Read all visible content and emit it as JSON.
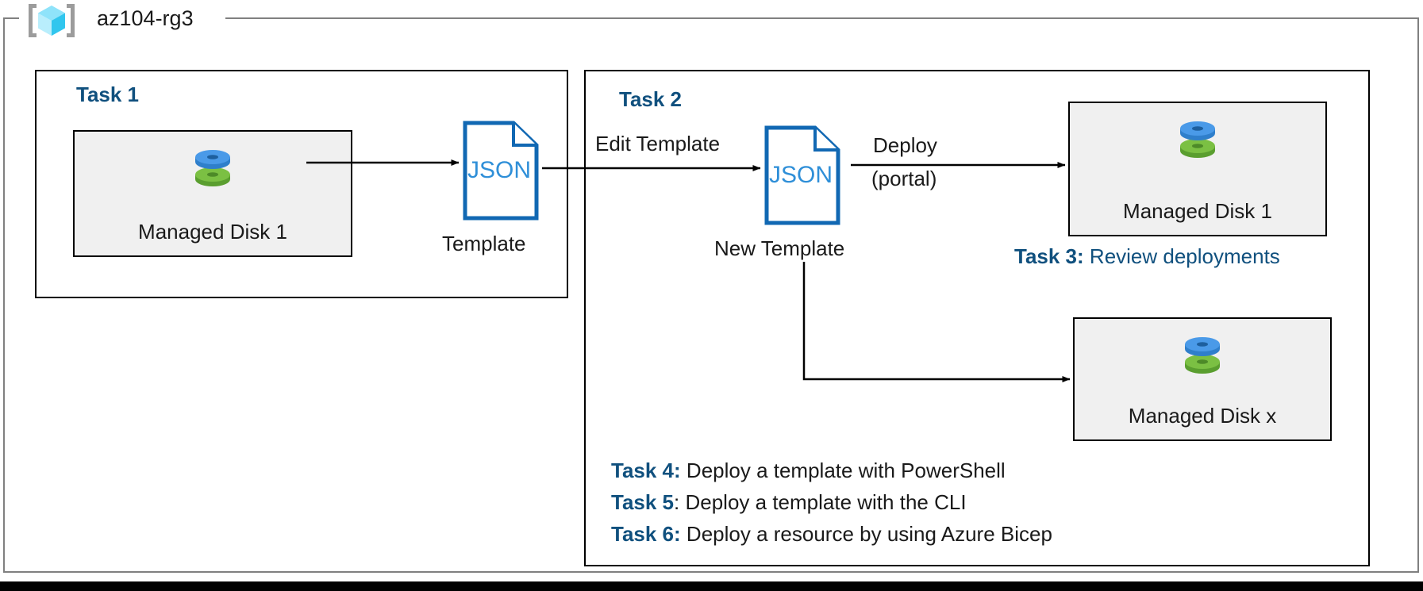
{
  "diagram": {
    "title": "az104-rg3",
    "resource_group_icon": "azure-resource-group-icon",
    "colors": {
      "accent_blue": "#10507e",
      "json_blue": "#1168b3",
      "box_fill": "#f0f0f0",
      "outline": "#000000",
      "frame": "#808080",
      "disk_top": "#3f8fdd",
      "disk_bottom": "#6cb33f"
    }
  },
  "task1": {
    "heading": "Task 1",
    "disk": {
      "label": "Managed Disk 1",
      "icon": "managed-disk-icon"
    },
    "json_template": {
      "icon_text": "JSON",
      "caption": "Template"
    },
    "arrow_label": ""
  },
  "task2": {
    "heading": "Task 2",
    "edit_arrow_label": "Edit Template",
    "json_new_template": {
      "icon_text": "JSON",
      "caption": "New Template"
    },
    "deploy_arrow_label_line1": "Deploy",
    "deploy_arrow_label_line2": "(portal)",
    "disk_top": {
      "label": "Managed Disk 1",
      "icon": "managed-disk-icon"
    },
    "disk_bottom": {
      "label": "Managed Disk x",
      "icon": "managed-disk-icon"
    }
  },
  "notes": {
    "task3": {
      "label": "Task 3:",
      "text": " Review deployments"
    },
    "task4": {
      "label": "Task 4:",
      "text": " Deploy a template with PowerShell"
    },
    "task5": {
      "label": "Task 5",
      "colon": ":",
      "text": " Deploy a template with the CLI"
    },
    "task6": {
      "label": "Task 6:",
      "text": " Deploy a resource by using Azure Bicep"
    }
  }
}
